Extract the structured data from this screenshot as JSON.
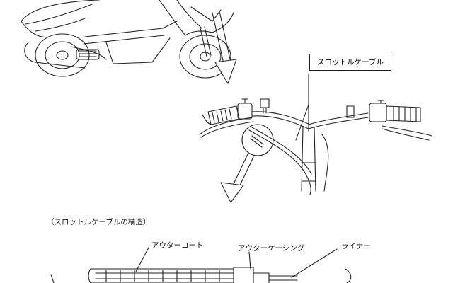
{
  "callouts": {
    "throttle_cable": "スロットルケーブル",
    "structure_title": "（スロットルケーブルの構造）",
    "outer_coat": "アウターコート",
    "outer_casing": "アウターケーシング",
    "liner": "ライナー"
  },
  "colors": {
    "ink": "#222222",
    "paper": "#ffffff"
  }
}
